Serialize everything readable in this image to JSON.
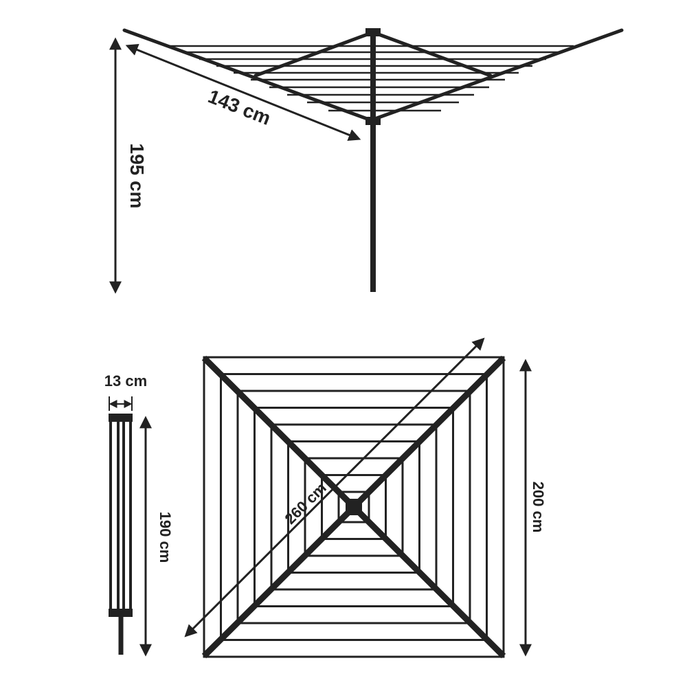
{
  "dimensions": {
    "arm_length": "143 cm",
    "height": "195 cm",
    "folded_width": "13 cm",
    "folded_length": "190 cm",
    "diagonal": "260 cm",
    "side": "200 cm"
  },
  "colors": {
    "line": "#222222",
    "background": "#ffffff"
  }
}
